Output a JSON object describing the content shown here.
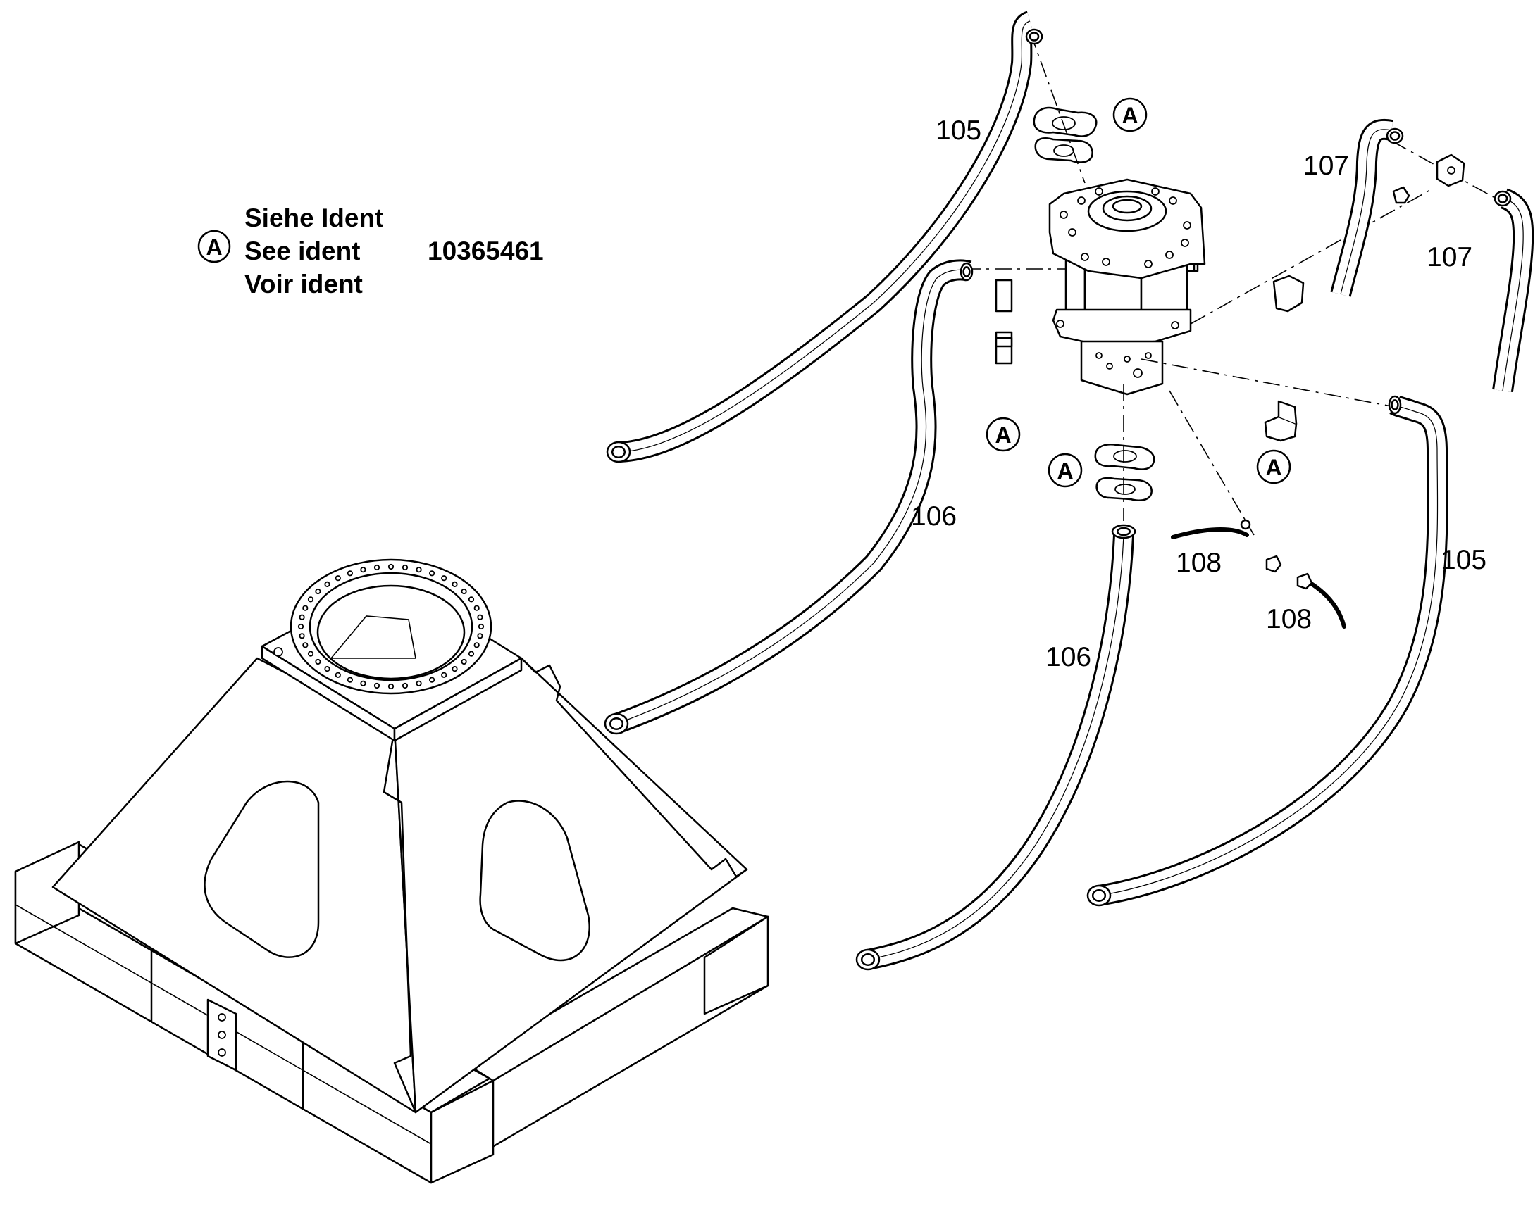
{
  "legend": {
    "symbol": "A",
    "line1": "Siehe Ident",
    "line2": "See ident",
    "line3": "Voir ident",
    "ident_number": "10365461"
  },
  "part_labels": [
    "105",
    "105",
    "106",
    "106",
    "107",
    "107",
    "108",
    "108"
  ],
  "callouts": [
    "A",
    "A",
    "A",
    "A"
  ]
}
